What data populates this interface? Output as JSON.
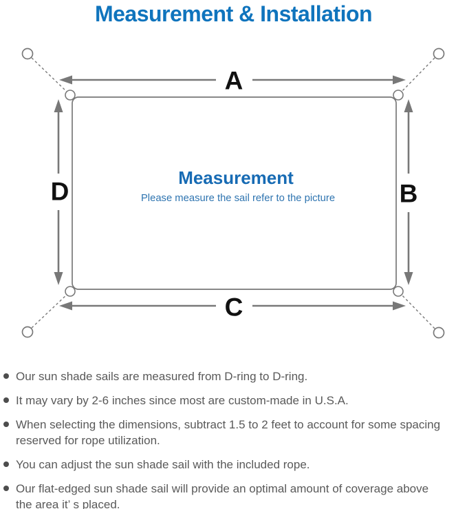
{
  "title": "Measurement & Installation",
  "colors": {
    "title_blue": "#0f74bd",
    "center_blue": "#176bb4",
    "subtitle_blue": "#2e74b0",
    "line_gray": "#787878",
    "label_black": "#111111",
    "note_text": "#595959",
    "bullet_dot": "#4d4d4d",
    "page_bg": "#ffffff"
  },
  "diagram": {
    "side_labels": {
      "top": "A",
      "right": "B",
      "bottom": "C",
      "left": "D"
    },
    "center_title": "Measurement",
    "center_subtitle": "Please measure the sail refer to the picture"
  },
  "notes": [
    [
      "Our sun shade sails are measured from D-ring to D-ring."
    ],
    [
      "It may vary by 2-6 inches since most are custom-made in U.S.A."
    ],
    [
      "When selecting the dimensions, subtract 1.5 to 2 feet to account for some spacing",
      "reserved for rope utilization."
    ],
    [
      "You can adjust the sun shade sail with the included rope."
    ],
    [
      "Our flat-edged sun shade sail will provide an optimal amount of coverage above",
      "the area it’ s placed."
    ]
  ]
}
